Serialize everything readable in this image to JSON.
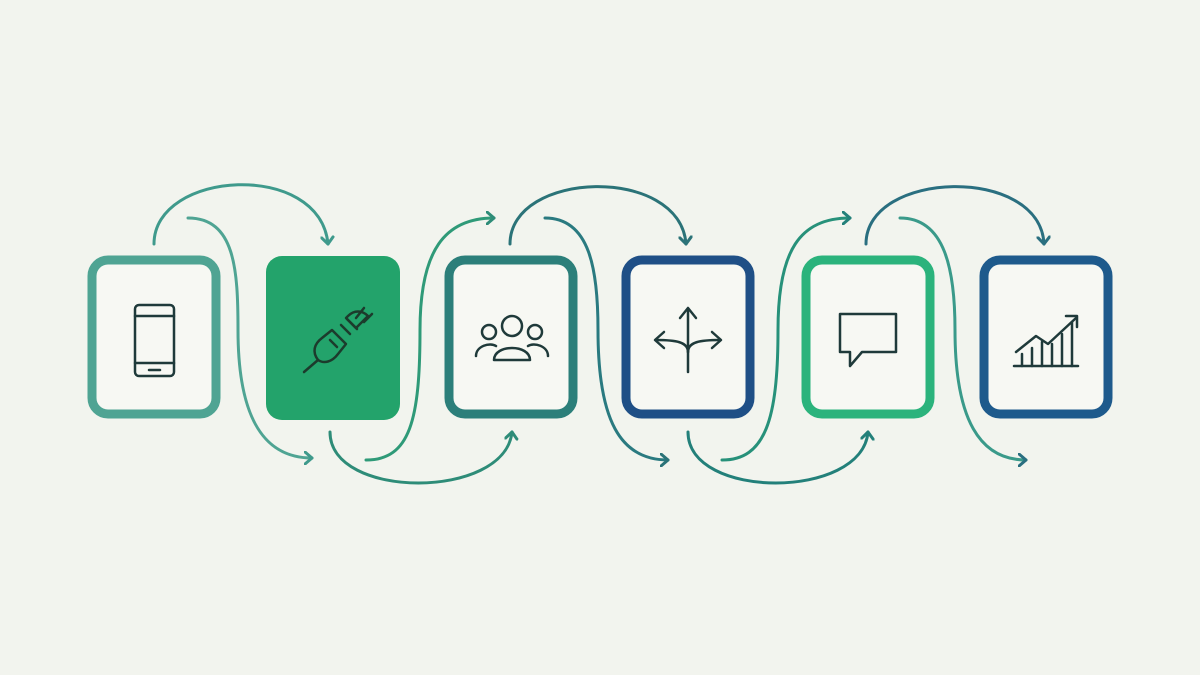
{
  "colors": {
    "background": "#f2f4ee",
    "teal_light": "#4fa493",
    "green": "#23a36b",
    "teal": "#2c7f7a",
    "navy": "#1f4f86",
    "mint": "#2bb37c",
    "blue": "#1e5a8c",
    "icon_stroke": "#1f3a3a",
    "icon_on_fill": "#1c3b2c"
  },
  "nodes": [
    {
      "icon": "smartphone-icon",
      "style": "outline",
      "color": "teal_light"
    },
    {
      "icon": "plug-connection-icon",
      "style": "filled",
      "color": "green"
    },
    {
      "icon": "team-group-icon",
      "style": "outline",
      "color": "teal"
    },
    {
      "icon": "direction-arrows-icon",
      "style": "outline",
      "color": "navy"
    },
    {
      "icon": "speech-bubble-icon",
      "style": "outline",
      "color": "mint"
    },
    {
      "icon": "growth-chart-icon",
      "style": "outline",
      "color": "blue"
    }
  ]
}
